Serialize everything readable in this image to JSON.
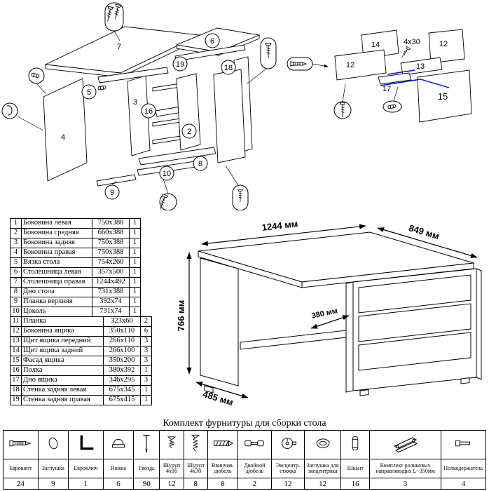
{
  "page": {
    "hardware_title": "Комплект фурнитуры для сборки стола"
  },
  "parts_table": {
    "rows": [
      {
        "num": "1",
        "name": "Боковина левая",
        "size": "750x388",
        "qty": "1"
      },
      {
        "num": "2",
        "name": "Боковина средняя",
        "size": "660x388",
        "qty": "1"
      },
      {
        "num": "3",
        "name": "Боковина задняя",
        "size": "750x388",
        "qty": "1"
      },
      {
        "num": "4",
        "name": "Боковина правая",
        "size": "750x388",
        "qty": "1"
      },
      {
        "num": "5",
        "name": "Вязка стола",
        "size": "754x260",
        "qty": "1"
      },
      {
        "num": "6",
        "name": "Столешница левая",
        "size": "357x500",
        "qty": "1"
      },
      {
        "num": "7",
        "name": "Столешница правая",
        "size": "1244x492",
        "qty": "1"
      },
      {
        "num": "8",
        "name": "Дно стола",
        "size": "731x388",
        "qty": "1"
      },
      {
        "num": "9",
        "name": "Планка верхняя",
        "size": "392x74",
        "qty": "1"
      },
      {
        "num": "10",
        "name": "Цоколь",
        "size": "731x74",
        "qty": "1"
      },
      {
        "num": "11",
        "name": "Планка",
        "size": "323x60",
        "qty": "2"
      },
      {
        "num": "12",
        "name": "Боковина ящика",
        "size": "350x110",
        "qty": "6"
      },
      {
        "num": "13",
        "name": "Щит ящика передний",
        "size": "266x110",
        "qty": "3"
      },
      {
        "num": "14",
        "name": "Щит ящика задний",
        "size": "266x100",
        "qty": "3"
      },
      {
        "num": "15",
        "name": "Фасад ящика",
        "size": "350x200",
        "qty": "3"
      },
      {
        "num": "16",
        "name": "Полка",
        "size": "380x392",
        "qty": "1"
      },
      {
        "num": "17",
        "name": "Дно ящика",
        "size": "346x295",
        "qty": "3"
      },
      {
        "num": "18",
        "name": "Стенка задняя левая",
        "size": "675x345",
        "qty": "1"
      },
      {
        "num": "19",
        "name": "Стенка задняя правая",
        "size": "675x415",
        "qty": "1"
      }
    ]
  },
  "dimensions": {
    "width_main": "1244 мм",
    "depth_right": "849 мм",
    "height": "766 мм",
    "depth_left": "485 мм",
    "shelf_depth": "380 мм"
  },
  "diagram_left": {
    "callouts": [
      "7",
      "6",
      "19",
      "18",
      "5",
      "3",
      "16",
      "2",
      "4",
      "8",
      "10",
      "9"
    ]
  },
  "diagram_right": {
    "labels": [
      "14",
      "12",
      "12",
      "13",
      "17",
      "15"
    ],
    "screw_label": "4x30"
  },
  "hardware_table": {
    "items": [
      {
        "name": "Евровинт",
        "qty": "24"
      },
      {
        "name": "Заглушка",
        "qty": "9"
      },
      {
        "name": "Евроключ",
        "qty": "1"
      },
      {
        "name": "Ножка",
        "qty": "6"
      },
      {
        "name": "Гвоздь",
        "qty": "90"
      },
      {
        "name": "Шуруп 4x16",
        "qty": "12"
      },
      {
        "name": "Шуруп 4x30",
        "qty": "8"
      },
      {
        "name": "Ввинчив. дюбель",
        "qty": "8"
      },
      {
        "name": "Двойной дюбель",
        "qty": "2"
      },
      {
        "name": "Эксцентр. стяжка",
        "qty": "12"
      },
      {
        "name": "Заглушка для эксцентрика",
        "qty": "12"
      },
      {
        "name": "Шкант",
        "qty": "16"
      },
      {
        "name": "Комплект роликовых направляющих L~350мм",
        "qty": "3"
      },
      {
        "name": "Полкодержатель",
        "qty": "4"
      }
    ]
  }
}
